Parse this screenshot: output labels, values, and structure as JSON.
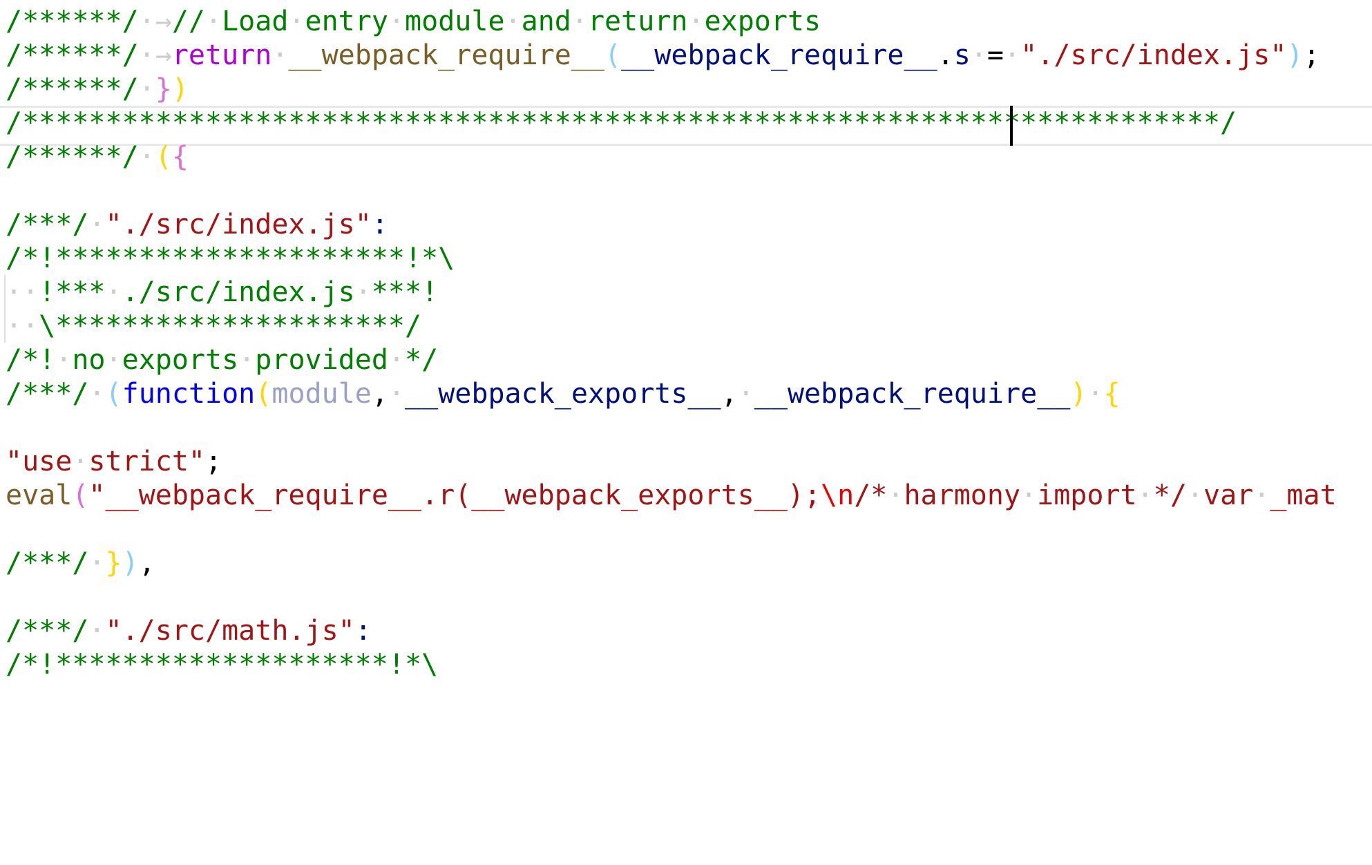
{
  "colors": {
    "comment": "#008000",
    "keyword_control": "#af00db",
    "keyword": "#0000ff",
    "function": "#795e26",
    "variable": "#001080",
    "string": "#a31515",
    "escape": "#ee0000",
    "punctuation": "#000000",
    "whitespace_marker": "#cccccc",
    "bracket_level1": "#ffd700",
    "bracket_level2": "#da70d6",
    "bracket_level3": "#87cefa",
    "parameter_faded": "#9ba1c6"
  },
  "editor": {
    "lines": [
      {
        "tokens": [
          {
            "t": "/******/",
            "c": "comment"
          },
          {
            "t": "·→",
            "c": "whitespace_marker"
          },
          {
            "t": "//",
            "c": "comment"
          },
          {
            "t": "·",
            "c": "whitespace_marker"
          },
          {
            "t": "Load",
            "c": "comment"
          },
          {
            "t": "·",
            "c": "whitespace_marker"
          },
          {
            "t": "entry",
            "c": "comment"
          },
          {
            "t": "·",
            "c": "whitespace_marker"
          },
          {
            "t": "module",
            "c": "comment"
          },
          {
            "t": "·",
            "c": "whitespace_marker"
          },
          {
            "t": "and",
            "c": "comment"
          },
          {
            "t": "·",
            "c": "whitespace_marker"
          },
          {
            "t": "return",
            "c": "comment"
          },
          {
            "t": "·",
            "c": "whitespace_marker"
          },
          {
            "t": "exports",
            "c": "comment"
          }
        ]
      },
      {
        "tokens": [
          {
            "t": "/******/",
            "c": "comment"
          },
          {
            "t": "·→",
            "c": "whitespace_marker"
          },
          {
            "t": "return",
            "c": "keyword_control"
          },
          {
            "t": "·",
            "c": "whitespace_marker"
          },
          {
            "t": "__webpack_require__",
            "c": "function"
          },
          {
            "t": "(",
            "c": "bracket_level3"
          },
          {
            "t": "__webpack_require__",
            "c": "variable"
          },
          {
            "t": ".",
            "c": "punctuation"
          },
          {
            "t": "s",
            "c": "variable"
          },
          {
            "t": "·",
            "c": "whitespace_marker"
          },
          {
            "t": "=",
            "c": "punctuation"
          },
          {
            "t": "·",
            "c": "whitespace_marker"
          },
          {
            "t": "\"./src/index.js\"",
            "c": "string"
          },
          {
            "t": ")",
            "c": "bracket_level3"
          },
          {
            "t": ";",
            "c": "punctuation"
          }
        ]
      },
      {
        "tokens": [
          {
            "t": "/******/",
            "c": "comment"
          },
          {
            "t": "·",
            "c": "whitespace_marker"
          },
          {
            "t": "}",
            "c": "bracket_level2"
          },
          {
            "t": ")",
            "c": "bracket_level1"
          }
        ]
      },
      {
        "tokens": [
          {
            "t": "/************************************************************************/",
            "c": "comment"
          }
        ]
      },
      {
        "tokens": [
          {
            "t": "/******/",
            "c": "comment"
          },
          {
            "t": "·",
            "c": "whitespace_marker"
          },
          {
            "t": "(",
            "c": "bracket_level1"
          },
          {
            "t": "{",
            "c": "bracket_level2"
          }
        ]
      },
      {
        "tokens": []
      },
      {
        "tokens": [
          {
            "t": "/***/",
            "c": "comment"
          },
          {
            "t": "·",
            "c": "whitespace_marker"
          },
          {
            "t": "\"./src/index.js\"",
            "c": "string"
          },
          {
            "t": ":",
            "c": "variable"
          }
        ]
      },
      {
        "tokens": [
          {
            "t": "/*!*********************!*\\",
            "c": "comment"
          }
        ]
      },
      {
        "tokens": [
          {
            "t": "··",
            "c": "whitespace_marker"
          },
          {
            "t": "!***",
            "c": "comment"
          },
          {
            "t": "·",
            "c": "whitespace_marker"
          },
          {
            "t": "./src/index.js",
            "c": "comment"
          },
          {
            "t": "·",
            "c": "whitespace_marker"
          },
          {
            "t": "***!",
            "c": "comment"
          }
        ]
      },
      {
        "tokens": [
          {
            "t": "··",
            "c": "whitespace_marker"
          },
          {
            "t": "\\*********************/",
            "c": "comment"
          }
        ]
      },
      {
        "tokens": [
          {
            "t": "/*!",
            "c": "comment"
          },
          {
            "t": "·",
            "c": "whitespace_marker"
          },
          {
            "t": "no",
            "c": "comment"
          },
          {
            "t": "·",
            "c": "whitespace_marker"
          },
          {
            "t": "exports",
            "c": "comment"
          },
          {
            "t": "·",
            "c": "whitespace_marker"
          },
          {
            "t": "provided",
            "c": "comment"
          },
          {
            "t": "·",
            "c": "whitespace_marker"
          },
          {
            "t": "*/",
            "c": "comment"
          }
        ]
      },
      {
        "tokens": [
          {
            "t": "/***/",
            "c": "comment"
          },
          {
            "t": "·",
            "c": "whitespace_marker"
          },
          {
            "t": "(",
            "c": "bracket_level3"
          },
          {
            "t": "function",
            "c": "keyword"
          },
          {
            "t": "(",
            "c": "bracket_level1"
          },
          {
            "t": "module",
            "c": "parameter_faded"
          },
          {
            "t": ",",
            "c": "punctuation"
          },
          {
            "t": "·",
            "c": "whitespace_marker"
          },
          {
            "t": "__webpack_exports__",
            "c": "variable"
          },
          {
            "t": ",",
            "c": "punctuation"
          },
          {
            "t": "·",
            "c": "whitespace_marker"
          },
          {
            "t": "__webpack_require__",
            "c": "variable"
          },
          {
            "t": ")",
            "c": "bracket_level1"
          },
          {
            "t": "·",
            "c": "whitespace_marker"
          },
          {
            "t": "{",
            "c": "bracket_level1"
          }
        ]
      },
      {
        "tokens": []
      },
      {
        "tokens": [
          {
            "t": "\"use",
            "c": "string"
          },
          {
            "t": "·",
            "c": "whitespace_marker"
          },
          {
            "t": "strict\"",
            "c": "string"
          },
          {
            "t": ";",
            "c": "punctuation"
          }
        ]
      },
      {
        "tokens": [
          {
            "t": "eval",
            "c": "function"
          },
          {
            "t": "(",
            "c": "bracket_level2"
          },
          {
            "t": "\"__webpack_require__.r(__webpack_exports__);",
            "c": "string"
          },
          {
            "t": "\\n",
            "c": "escape"
          },
          {
            "t": "/*",
            "c": "string"
          },
          {
            "t": "·",
            "c": "whitespace_marker"
          },
          {
            "t": "harmony",
            "c": "string"
          },
          {
            "t": "·",
            "c": "whitespace_marker"
          },
          {
            "t": "import",
            "c": "string"
          },
          {
            "t": "·",
            "c": "whitespace_marker"
          },
          {
            "t": "*/",
            "c": "string"
          },
          {
            "t": "·",
            "c": "whitespace_marker"
          },
          {
            "t": "var",
            "c": "string"
          },
          {
            "t": "·",
            "c": "whitespace_marker"
          },
          {
            "t": "_mat",
            "c": "string"
          }
        ]
      },
      {
        "tokens": []
      },
      {
        "tokens": [
          {
            "t": "/***/",
            "c": "comment"
          },
          {
            "t": "·",
            "c": "whitespace_marker"
          },
          {
            "t": "}",
            "c": "bracket_level1"
          },
          {
            "t": ")",
            "c": "bracket_level3"
          },
          {
            "t": ",",
            "c": "punctuation"
          }
        ]
      },
      {
        "tokens": []
      },
      {
        "tokens": [
          {
            "t": "/***/",
            "c": "comment"
          },
          {
            "t": "·",
            "c": "whitespace_marker"
          },
          {
            "t": "\"./src/math.js\"",
            "c": "string"
          },
          {
            "t": ":",
            "c": "variable"
          }
        ]
      },
      {
        "tokens": [
          {
            "t": "/*!********************!*\\",
            "c": "comment"
          }
        ]
      }
    ]
  }
}
